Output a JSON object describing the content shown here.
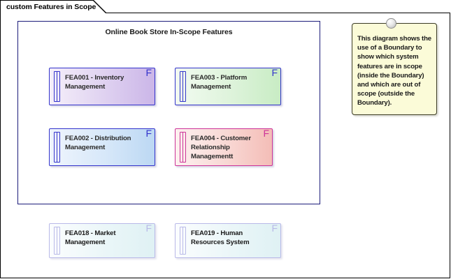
{
  "tab": {
    "label": "custom Features in Scope"
  },
  "boundary": {
    "title": "Online Book Store In-Scope Features"
  },
  "features": [
    {
      "title": "FEA001 - Inventory Management",
      "mark": "F",
      "scope": "in",
      "color": "#cbb6e8"
    },
    {
      "title": "FEA003 - Platform Management",
      "mark": "F",
      "scope": "in",
      "color": "#c8ecc4"
    },
    {
      "title": "FEA002 - Distribution Management",
      "mark": "F",
      "scope": "in",
      "color": "#bcd8f3"
    },
    {
      "title": "FEA004 - Customer Relationship Managementt",
      "mark": "F",
      "scope": "in",
      "color": "#f4bdb7"
    },
    {
      "title": "FEA018 - Market Management",
      "mark": "F",
      "scope": "out",
      "color": "#dff1f4"
    },
    {
      "title": "FEA019 - Human Resources System",
      "mark": "F",
      "scope": "out",
      "color": "#dff1f4"
    }
  ],
  "note": {
    "text": "This diagram shows the use of a Boundary to show which system features are in scope (inside the Boundary) and which are out of scope (outside the Boundary)."
  }
}
